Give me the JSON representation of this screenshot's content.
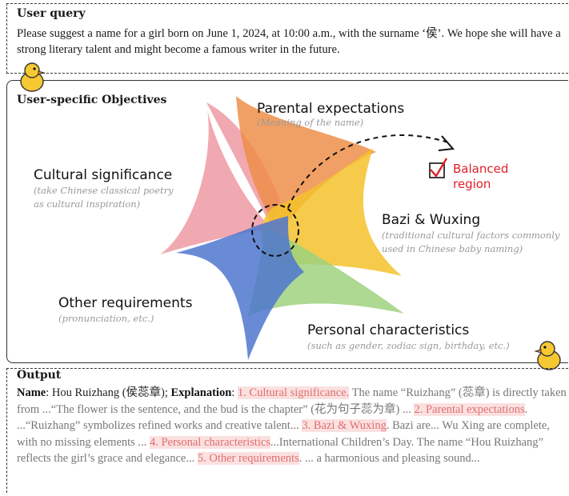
{
  "query": {
    "heading": "User query",
    "text": "Please suggest a name for a girl born on June 1, 2024, at 10:00 a.m., with the surname ‘侯’. We hope she will have a strong literary talent and might become a famous writer in the future."
  },
  "objectives": {
    "heading": "User-specific Objectives",
    "items": [
      {
        "label": "Parental expectations",
        "sub1": "(Meaning of the name)",
        "sub2": "",
        "color": "#ee8f4a"
      },
      {
        "label": "Cultural significance",
        "sub1": "(take Chinese classical poetry",
        "sub2": "as cultural inspiration)",
        "color": "#ef9aa3"
      },
      {
        "label": "Bazi & Wuxing",
        "sub1": "(traditional cultural factors commonly",
        "sub2": "used in Chinese baby naming)",
        "color": "#f4c22c"
      },
      {
        "label": "Other requirements",
        "sub1": "(pronunciation, etc.)",
        "sub2": "",
        "color": "#4f77cf"
      },
      {
        "label": "Personal characteristics",
        "sub1": "(such as gender, zodiac sign, birthday, etc.)",
        "sub2": "",
        "color": "#9fd27f"
      }
    ],
    "balanced_line1": "Balanced",
    "balanced_line2": "region",
    "accent": "#e0202a"
  },
  "output": {
    "heading": "Output",
    "name_key": "Name",
    "name_value": ": Hou Ruizhang (侯蕊章); ",
    "explanation_key": "Explanation",
    "colon": ": ",
    "h1": "1. Cultural significance.",
    "t1": " The name “Ruizhang” (蕊章) is directly taken from ...“The flower is the sentence, and the bud is the chapter” (花为句子蕊为章) ... ",
    "h2": "2. Parental expectations",
    "t2": ". ...“Ruizhang” symbolizes refined works and creative talent... ",
    "h3": "3. Bazi & Wuxing",
    "t3": ". Bazi are... Wu Xing are complete, with no missing elements ... ",
    "h4": "4. Personal characteristics",
    "t4": "...International Children’s Day. The name “Hou Ruizhang” reflects the girl’s grace and elegance... ",
    "h5": "5. Other requirements",
    "t5": ". ... a harmonious and pleasing sound..."
  }
}
